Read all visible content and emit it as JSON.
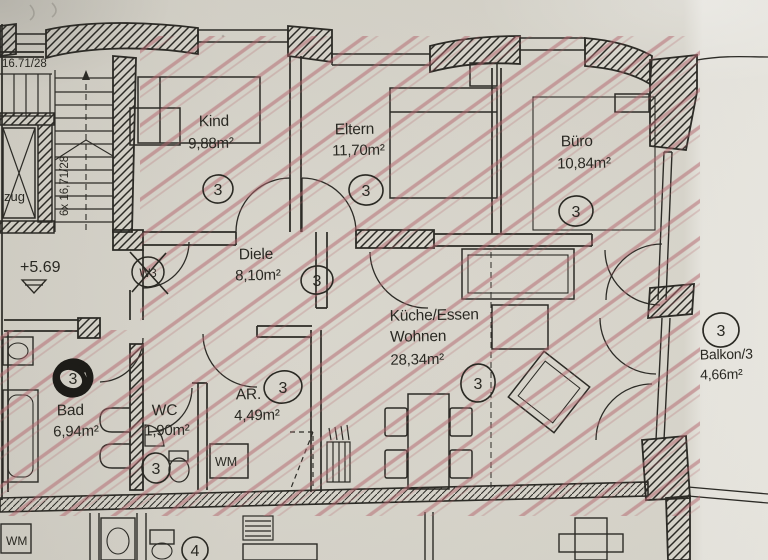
{
  "stairwell": {
    "dimension_label": "16.71/28",
    "stair_run_label": "6x 16,71/28",
    "elevator_label": "zug",
    "level_marker": "+5.69",
    "crossed_circle_label": "W3"
  },
  "rooms": [
    {
      "name": "Kind",
      "area": "9,88m²",
      "badge": "3"
    },
    {
      "name": "Eltern",
      "area": "11,70m²",
      "badge": "3"
    },
    {
      "name": "Büro",
      "area": "10,84m²",
      "badge": "3"
    },
    {
      "name": "Diele",
      "area": "8,10m²",
      "badge": "3"
    },
    {
      "name": "Küche/Essen",
      "name_line2": "Wohnen",
      "area": "28,34m²",
      "badge": "3"
    },
    {
      "name": "AR.",
      "area": "4,49m²",
      "badge": "3"
    },
    {
      "name": "WC",
      "area": "1,90m²",
      "badge": "3"
    },
    {
      "name": "Bad",
      "area": "6,94m²",
      "badge": "3",
      "badge_scribbled": true
    },
    {
      "name": "Balkon/3",
      "area": "4,66m²",
      "badge": "3"
    }
  ],
  "appliances": {
    "ar_wm": "WM",
    "lower_wm": "WM"
  },
  "lower_unit": {
    "badge": "4"
  },
  "colors": {
    "paper": "#d5d2c8",
    "paper_bright": "#ebe9e2",
    "ink": "#2c2b26",
    "red_hatch": "#b2636c"
  }
}
